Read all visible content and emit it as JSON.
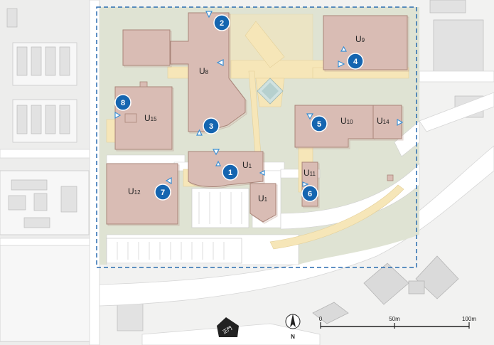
{
  "buildings": [
    {
      "name": "U8",
      "prefix": "U",
      "num": "8"
    },
    {
      "name": "U9",
      "prefix": "U",
      "num": "9"
    },
    {
      "name": "U15",
      "prefix": "U",
      "num": "15"
    },
    {
      "name": "U10",
      "prefix": "U",
      "num": "10"
    },
    {
      "name": "U14",
      "prefix": "U",
      "num": "14"
    },
    {
      "name": "U1 (north)",
      "prefix": "U",
      "num": "1"
    },
    {
      "name": "U1 (south)",
      "prefix": "U",
      "num": "1"
    },
    {
      "name": "U11",
      "prefix": "U",
      "num": "11"
    },
    {
      "name": "U12",
      "prefix": "U",
      "num": "12"
    }
  ],
  "markers": [
    "1",
    "2",
    "3",
    "4",
    "5",
    "6",
    "7",
    "8"
  ],
  "scale": {
    "zero": "0",
    "mid": "50m",
    "end": "100m"
  },
  "north": "N",
  "gate_label": "正門",
  "colors": {
    "background": "#f2f2f1",
    "campus_green": "#dfe3d3",
    "building": "#d9bcb4",
    "building_edge": "#a98579",
    "plaza": "#f6e6b8",
    "marker": "#1565b0",
    "entrance": "#3a8fd4",
    "boundary": "#2a6cb0",
    "offsite_building": "#e4e4e4"
  }
}
